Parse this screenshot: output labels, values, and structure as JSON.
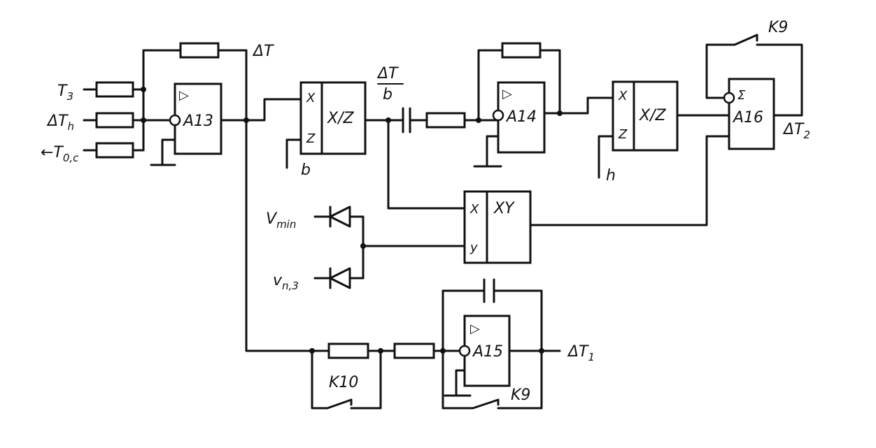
{
  "inputs": {
    "t3": "T",
    "t3_sub": "3",
    "dth": "ΔT",
    "dth_sub": "h",
    "toc": "←T",
    "toc_sub": "0,c"
  },
  "amplifiers": {
    "a13": "A13",
    "a14": "A14",
    "a15": "A15",
    "a16": "A16"
  },
  "blocks": {
    "div1": {
      "x": "X",
      "z": "Z",
      "op": "X/Z"
    },
    "div2": {
      "x": "X",
      "z": "Z",
      "op": "X/Z"
    },
    "mult": {
      "x": "X",
      "y": "y",
      "op": "XY"
    },
    "sum_symbol": "Σ",
    "opamp_symbol": "▷"
  },
  "signals": {
    "dt": "ΔT",
    "dt_over_b_num": "ΔT",
    "dt_over_b_den": "b",
    "b": "b",
    "h": "h",
    "dt2": "ΔT",
    "dt2_sub": "2",
    "dt1": "ΔT",
    "dt1_sub": "1",
    "vmin": "V",
    "vmin_sub": "min",
    "vn3": "v",
    "vn3_sub": "n,3"
  },
  "switches": {
    "k9_top": "K9",
    "k9_bottom": "K9",
    "k10": "K10"
  }
}
